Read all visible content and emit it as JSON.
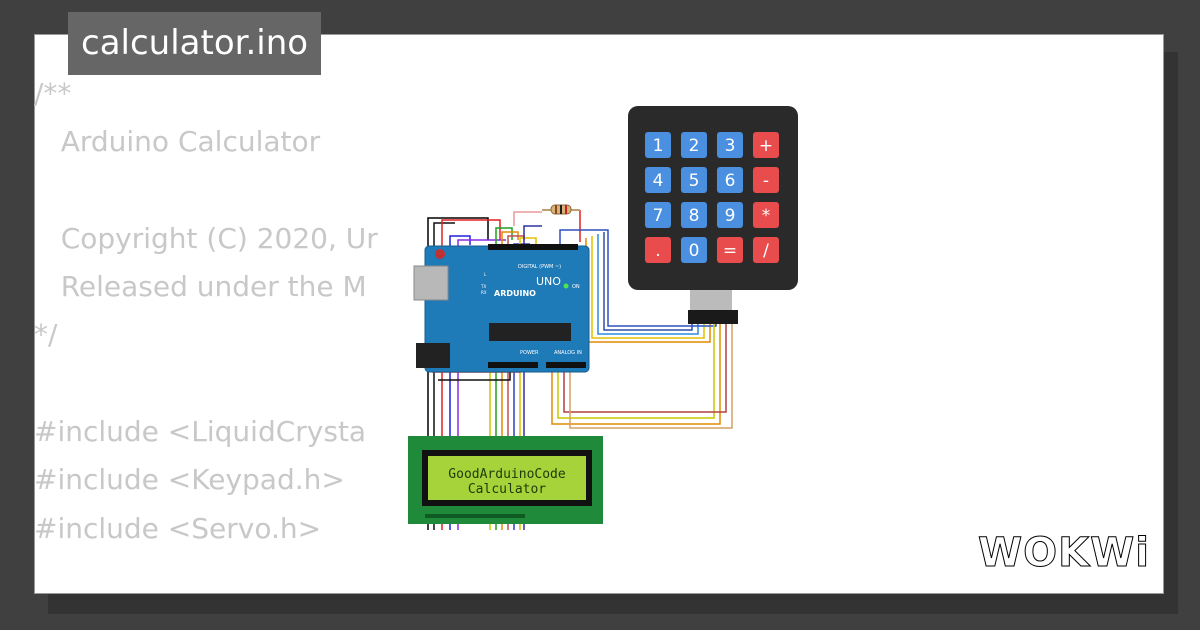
{
  "title": "calculator.ino",
  "code_lines": [
    "/**",
    "   Arduino Calculator",
    "",
    "   Copyright (C) 2020, Ur",
    "   Released under the M",
    "*/",
    "",
    "#include <LiquidCrysta",
    "#include <Keypad.h>",
    "#include <Servo.h>"
  ],
  "keypad": {
    "keys": [
      "1",
      "2",
      "3",
      "+",
      "4",
      "5",
      "6",
      "-",
      "7",
      "8",
      "9",
      "*",
      ".",
      "0",
      "=",
      "/"
    ],
    "colors": {
      "digit": "#4a8fe0",
      "operator": "#e84c4c",
      "body": "#2a2a2a"
    }
  },
  "arduino": {
    "brand": "ARDUINO",
    "model": "UNO",
    "label_digital": "DIGITAL (PWM ~)",
    "label_power": "POWER",
    "label_analog": "ANALOG IN",
    "label_on": "ON",
    "label_tx": "TX",
    "label_rx": "RX",
    "label_l": "L",
    "colors": {
      "board": "#1f7ab8",
      "chip": "#222222"
    }
  },
  "lcd": {
    "line1": "GoodArduinoCode",
    "line2": "Calculator",
    "colors": {
      "pcb": "#1e8a3a",
      "screen": "#a6d23a",
      "text": "#1a3d0a"
    }
  },
  "brand": "WOKWi",
  "colors": {
    "background": "#404040",
    "card": "#ffffff",
    "code_text": "#c8c8c8",
    "title_bg": "#666666"
  }
}
